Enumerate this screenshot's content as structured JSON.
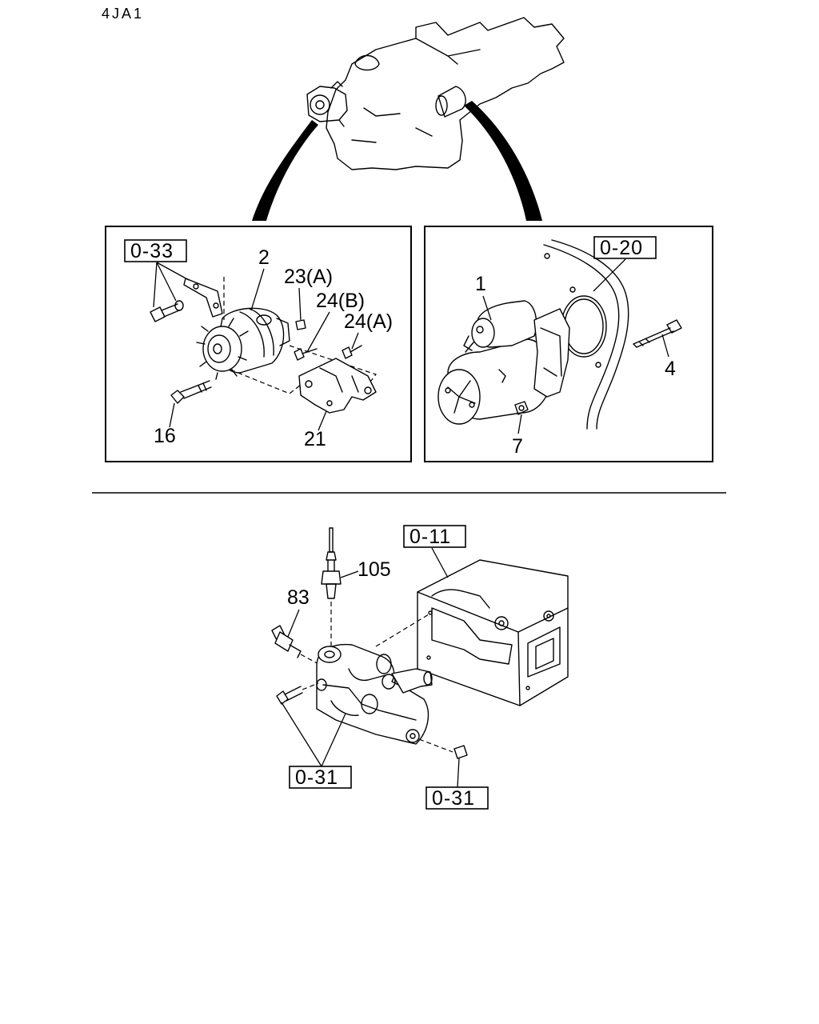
{
  "title": "4JA1",
  "section_top": {
    "left_panel": {
      "ref_box": "0-33",
      "labels": {
        "alternator": "2",
        "bolt_23a": "23(A)",
        "bolt_24b": "24(B)",
        "bolt_24a": "24(A)",
        "long_bolt": "16",
        "bracket": "21"
      }
    },
    "right_panel": {
      "ref_box": "0-20",
      "labels": {
        "starter": "1",
        "bolt": "4",
        "nut": "7"
      }
    }
  },
  "section_bottom": {
    "ref_box_head": "0-11",
    "ref_box_left": "0-31",
    "ref_box_right": "0-31",
    "labels": {
      "sensor_top": "105",
      "sensor_side": "83"
    }
  }
}
